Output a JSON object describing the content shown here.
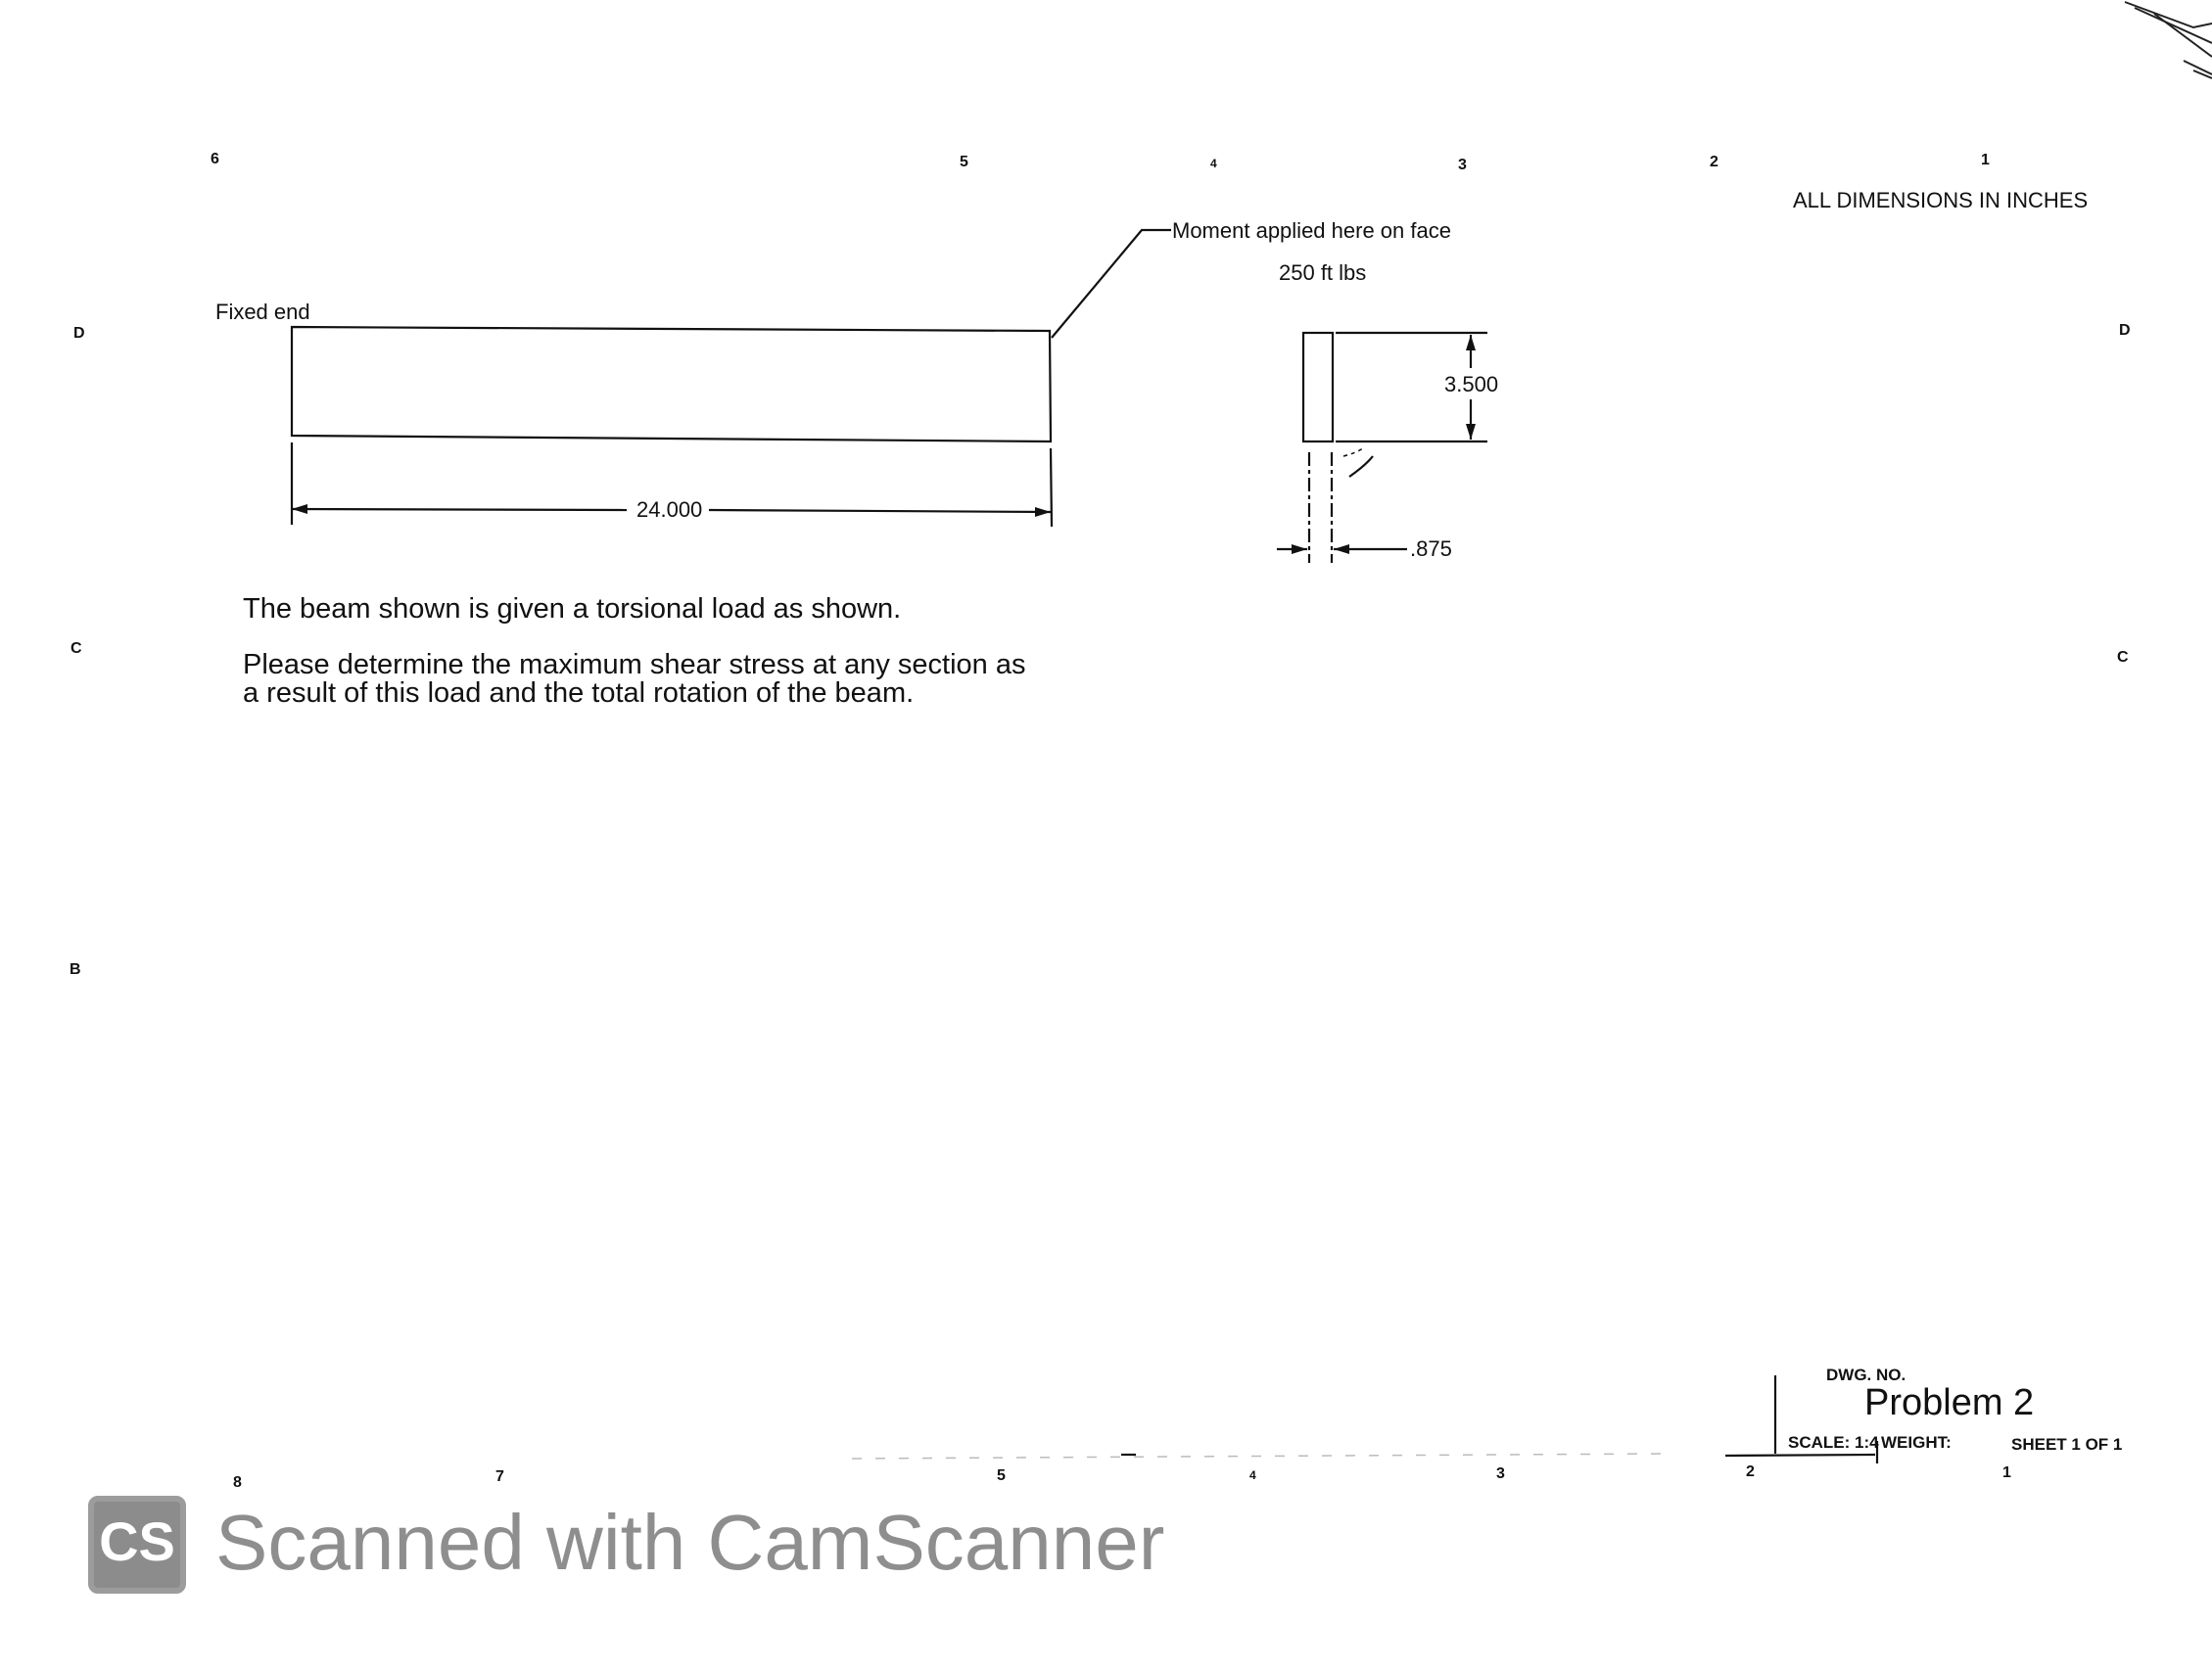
{
  "zones_top": [
    "6",
    "5",
    "4",
    "3",
    "2",
    "1"
  ],
  "zones_bottom": [
    "8",
    "7",
    "5",
    "4",
    "3",
    "2",
    "1"
  ],
  "zones_left": [
    "D",
    "C",
    "B"
  ],
  "zones_right": [
    "D",
    "C"
  ],
  "units_note": "ALL DIMENSIONS IN INCHES",
  "drawing": {
    "fixed_end_label": "Fixed end",
    "moment_label": "Moment applied here on face",
    "moment_value": "250 ft lbs",
    "length_dim": "24.000",
    "height_dim": "3.500",
    "thickness_dim": ".875"
  },
  "notes": {
    "line1": "The beam shown is given a torsional load as shown.",
    "line2": "Please determine the maximum shear stress at any section as",
    "line3": "a result of this load and the total rotation of the beam."
  },
  "title_block": {
    "dwg_no_label": "DWG. NO.",
    "dwg_no": "Problem 2",
    "scale": "SCALE: 1:4",
    "weight": "WEIGHT:",
    "sheet": "SHEET 1 OF 1"
  },
  "watermark": {
    "logo_text": "CS",
    "text": "Scanned with CamScanner"
  }
}
